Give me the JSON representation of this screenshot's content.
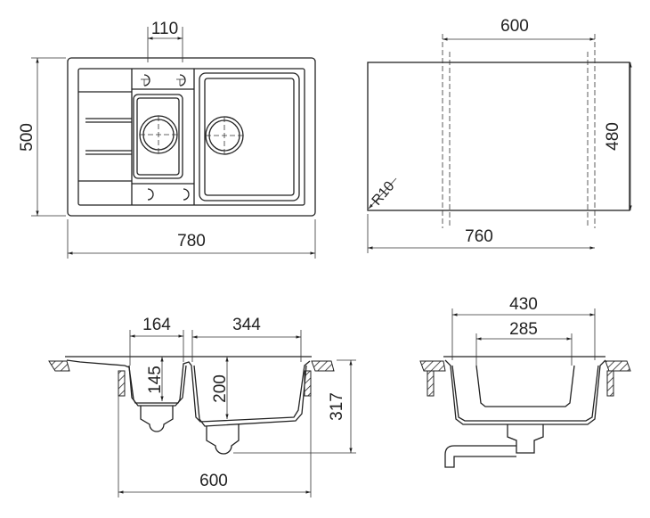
{
  "top_view": {
    "dim_tap_spacing": "110",
    "dim_depth": "500",
    "dim_width": "780"
  },
  "cutout": {
    "dim_inner_width": "600",
    "dim_depth": "480",
    "dim_width": "760",
    "radius": "R10"
  },
  "section_long": {
    "dim_small_bowl": "164",
    "dim_large_bowl": "344",
    "dim_small_depth": "145",
    "dim_large_depth": "200",
    "dim_total_height": "317",
    "dim_cabinet": "600"
  },
  "section_cross": {
    "dim_outer": "430",
    "dim_inner": "285"
  }
}
